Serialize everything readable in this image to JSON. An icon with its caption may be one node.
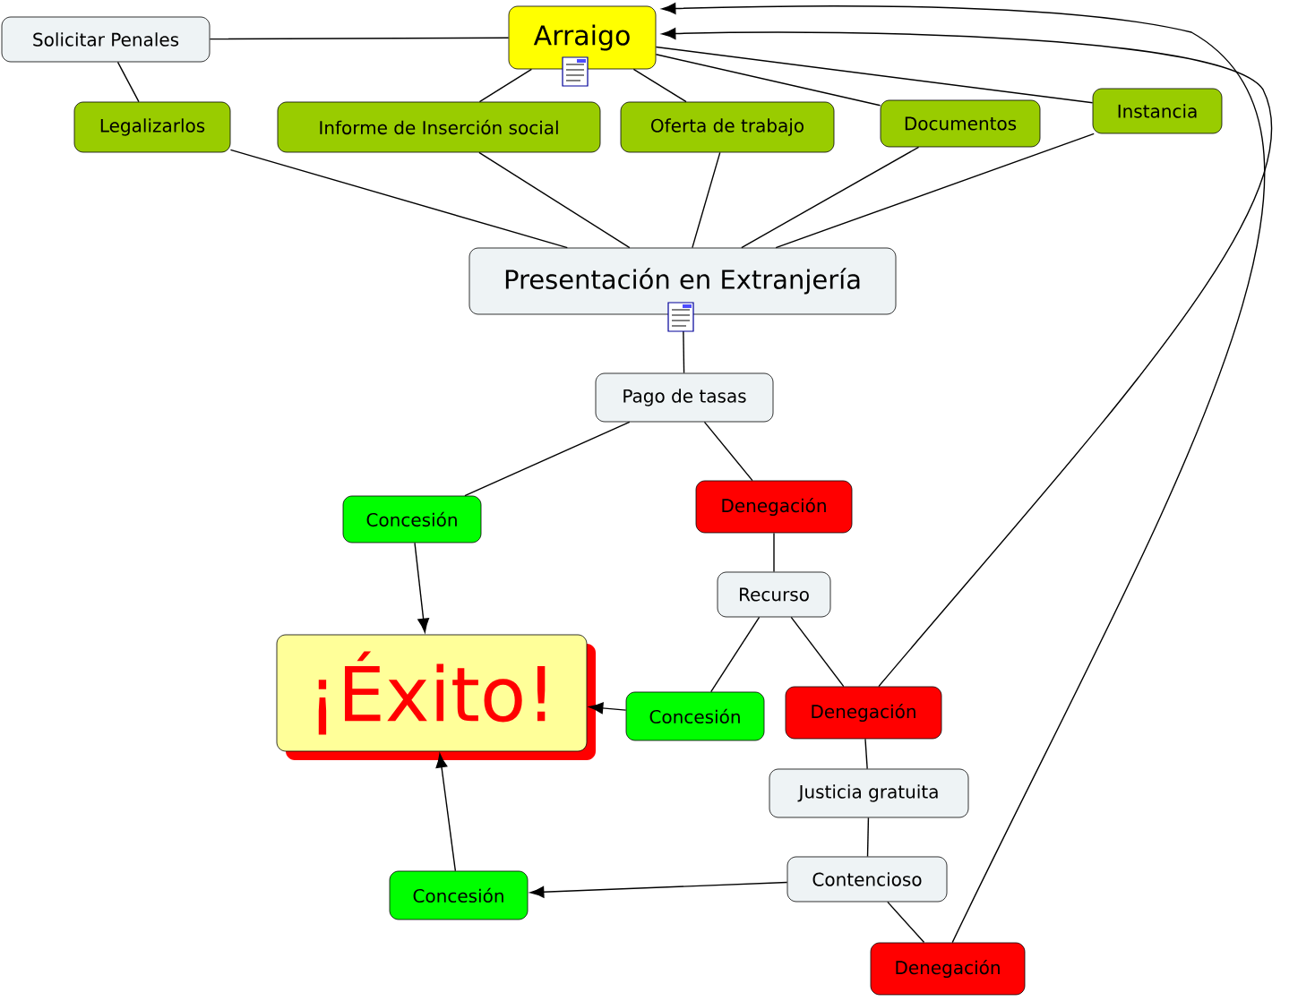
{
  "diagram": {
    "nodes": [
      {
        "text": [
          "Arraigo"
        ]
      },
      {
        "text": [
          "Solicitar Penales"
        ]
      },
      {
        "text": [
          "Legalizarlos"
        ]
      },
      {
        "text": [
          "Informe de Inserción social"
        ]
      },
      {
        "text": [
          "Oferta de trabajo"
        ]
      },
      {
        "text": [
          "Documentos"
        ]
      },
      {
        "text": [
          "Instancia"
        ]
      },
      {
        "text": [
          "Presentación en Extranjería"
        ]
      },
      {
        "text": [
          "Pago de tasas"
        ]
      },
      {
        "text": [
          "Concesión"
        ]
      },
      {
        "text": [
          "Denegación"
        ]
      },
      {
        "text": [
          "Recurso"
        ]
      },
      {
        "text": [
          "¡Éxito!"
        ]
      },
      {
        "text": [
          "Concesión"
        ]
      },
      {
        "text": [
          "Denegación"
        ]
      },
      {
        "text": [
          "Justicia gratuita"
        ]
      },
      {
        "text": [
          "Contencioso"
        ]
      },
      {
        "text": [
          "Concesión"
        ]
      },
      {
        "text": [
          "Denegación"
        ]
      }
    ],
    "edges": [
      {
        "from": 0,
        "to": 1,
        "arrow": "none"
      },
      {
        "from": 1,
        "to": 2,
        "arrow": "none"
      },
      {
        "from": 0,
        "to": 3,
        "arrow": "none"
      },
      {
        "from": 0,
        "to": 4,
        "arrow": "none"
      },
      {
        "from": 0,
        "to": 5,
        "arrow": "none"
      },
      {
        "from": 0,
        "to": 6,
        "arrow": "none"
      },
      {
        "from": 2,
        "to": 7,
        "arrow": "none"
      },
      {
        "from": 3,
        "to": 7,
        "arrow": "none"
      },
      {
        "from": 4,
        "to": 7,
        "arrow": "none"
      },
      {
        "from": 5,
        "to": 7,
        "arrow": "none"
      },
      {
        "from": 6,
        "to": 7,
        "arrow": "none"
      },
      {
        "from": 7,
        "to": 8,
        "arrow": "none"
      },
      {
        "from": 8,
        "to": 9,
        "arrow": "none"
      },
      {
        "from": 8,
        "to": 10,
        "arrow": "none"
      },
      {
        "from": 9,
        "to": 12,
        "arrow": "to"
      },
      {
        "from": 10,
        "to": 11,
        "arrow": "none"
      },
      {
        "from": 11,
        "to": 13,
        "arrow": "none"
      },
      {
        "from": 11,
        "to": 14,
        "arrow": "none"
      },
      {
        "from": 13,
        "to": 12,
        "arrow": "to"
      },
      {
        "from": 14,
        "to": 0,
        "arrow": "to"
      },
      {
        "from": 14,
        "to": 15,
        "arrow": "none"
      },
      {
        "from": 15,
        "to": 16,
        "arrow": "none"
      },
      {
        "from": 16,
        "to": 17,
        "arrow": "to"
      },
      {
        "from": 17,
        "to": 12,
        "arrow": "to"
      },
      {
        "from": 16,
        "to": 18,
        "arrow": "none"
      },
      {
        "from": 18,
        "to": 0,
        "arrow": "to"
      }
    ]
  }
}
